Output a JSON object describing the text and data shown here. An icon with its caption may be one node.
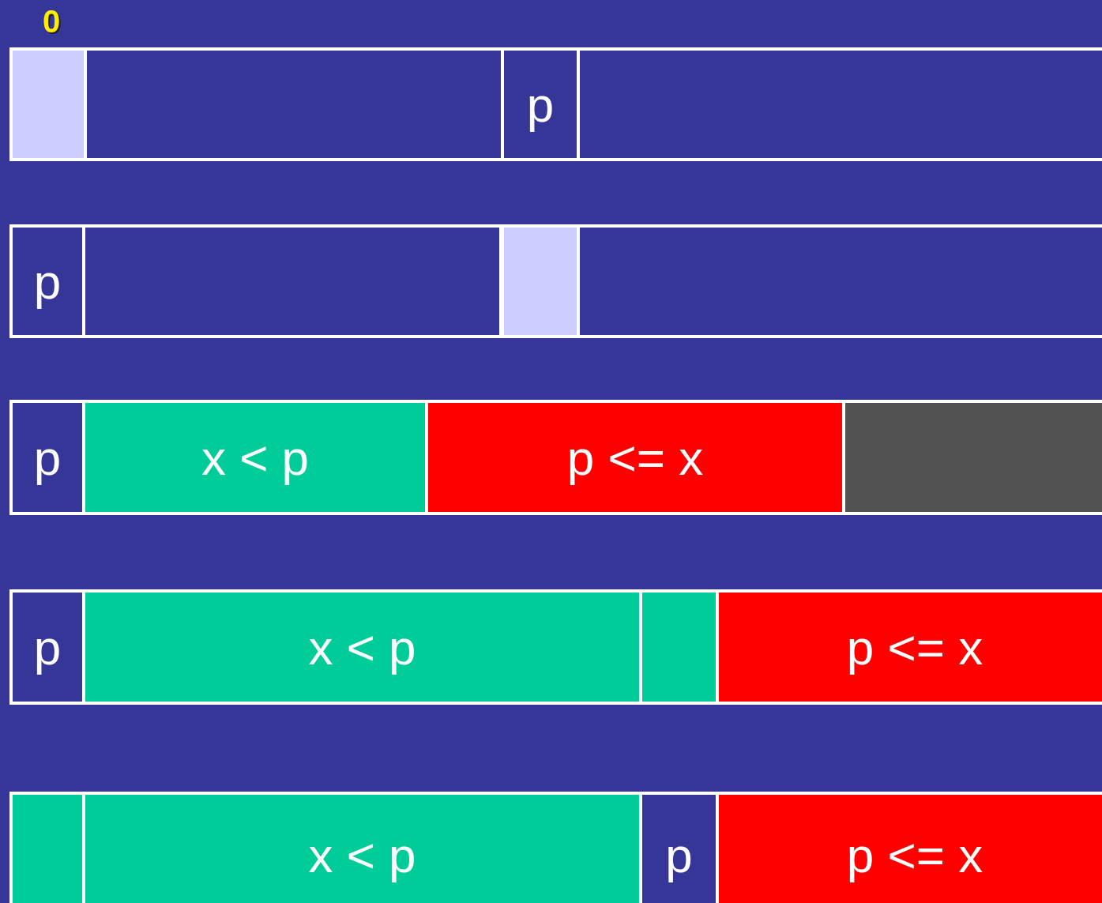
{
  "diagram": {
    "nodes": [
      {
        "text": [],
        "shape": "box"
      },
      {
        "text": [],
        "shape": "box"
      },
      {
        "text": [
          "p"
        ]
      },
      {
        "text": [],
        "shape": "box"
      },
      {
        "text": [
          "p"
        ]
      },
      {
        "text": [],
        "shape": "box"
      },
      {
        "text": [],
        "shape": "box"
      },
      {
        "text": [],
        "shape": "box"
      },
      {
        "text": [
          "p"
        ]
      },
      {
        "text": [
          "x < p"
        ]
      },
      {
        "text": [
          "p <= x"
        ]
      },
      {
        "text": [],
        "shape": "box"
      },
      {
        "text": [
          "p"
        ]
      },
      {
        "text": [
          "x < p"
        ]
      },
      {
        "text": [],
        "shape": "box"
      },
      {
        "text": [
          "p <= x"
        ]
      },
      {
        "text": [],
        "shape": "box"
      },
      {
        "text": [
          "x < p"
        ]
      },
      {
        "text": [
          "p"
        ]
      },
      {
        "text": [
          "p <= x"
        ]
      }
    ],
    "labels": [
      "0"
    ]
  }
}
